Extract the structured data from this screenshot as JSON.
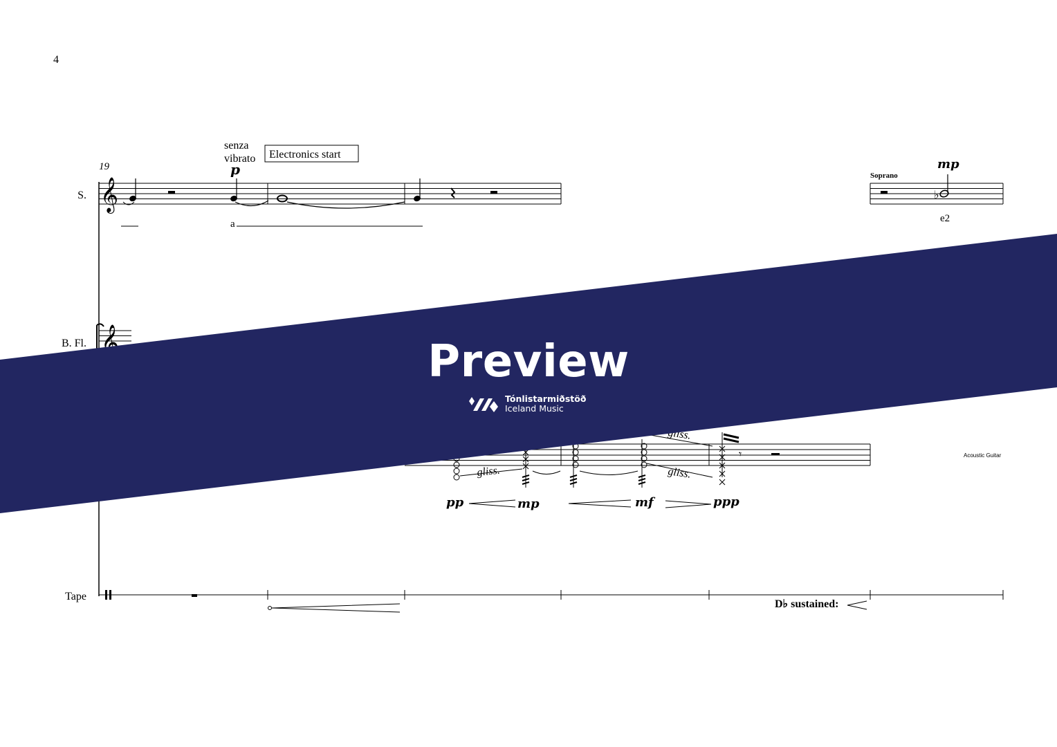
{
  "page": {
    "number": "4"
  },
  "score": {
    "measure_number": "19",
    "soprano": {
      "label": "S.",
      "expression": [
        "senza",
        "vibrato"
      ],
      "boxed_text": "Electronics start",
      "dynamic": "p",
      "lyric": "a"
    },
    "bass_flute": {
      "label": "B. Fl."
    },
    "guitar": {
      "gliss_1": "gliss.",
      "gliss_2": "gliss.",
      "gliss_3": "gliss.",
      "dynamics": [
        "pp",
        "mp",
        "mf",
        "ppp"
      ],
      "cue_label": "Acoustic Guitar"
    },
    "tape": {
      "label": "Tape",
      "sustained_text": "D♭ sustained:"
    },
    "cue_soprano": {
      "label": "Soprano",
      "dynamic": "mp",
      "note_text": "e2"
    }
  },
  "watermark": {
    "title": "Preview",
    "brand_name": "Tónlistarmiðstöð",
    "brand_subtitle": "Iceland Music",
    "color": "#222661"
  }
}
